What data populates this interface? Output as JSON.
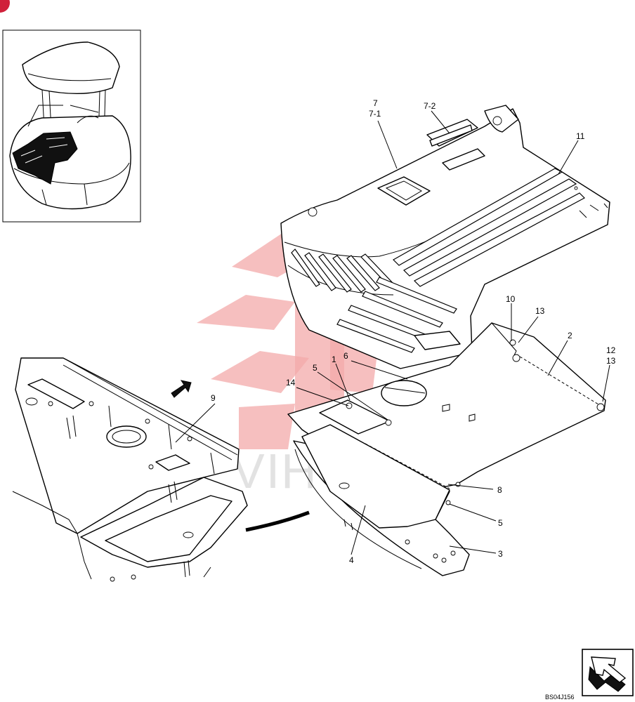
{
  "watermark": {
    "text": "VIHTEX",
    "accent": "#f3a9a9"
  },
  "labels": {
    "l7": "7",
    "l7_1": "7-1",
    "l7_2": "7-2",
    "l11": "11",
    "l10": "10",
    "l13a": "13",
    "l2": "2",
    "l12": "12",
    "l13b": "13",
    "l6": "6",
    "l1": "1",
    "l5a": "5",
    "l14": "14",
    "l9": "9",
    "l8": "8",
    "l5b": "5",
    "l3": "3",
    "l4": "4"
  },
  "code": "BS04J156",
  "colors": {
    "badge": "#d0203a",
    "ink": "#000000"
  },
  "icons": {
    "nav": "arrow-next-icon",
    "view": "view-arrow-icon"
  }
}
